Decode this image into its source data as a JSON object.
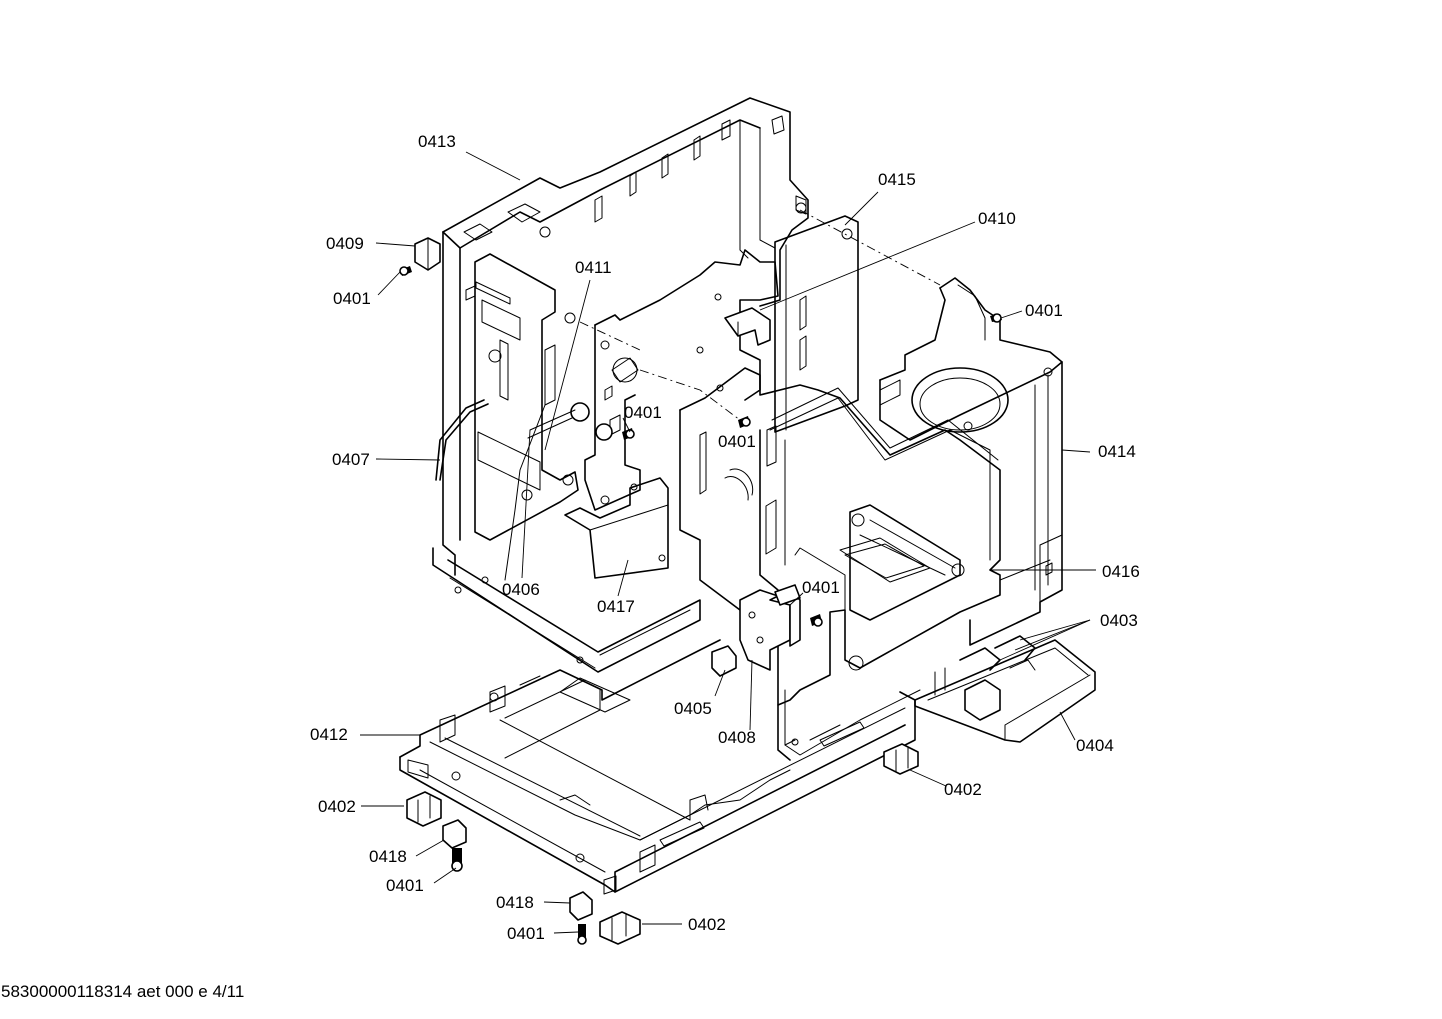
{
  "diagram": {
    "labels": {
      "p0413": "0413",
      "p0415": "0415",
      "p0410": "0410",
      "p0409": "0409",
      "p0401_a": "0401",
      "p0411": "0411",
      "p0401_b": "0401",
      "p0401_c": "0401",
      "p0401_d": "0401",
      "p0414": "0414",
      "p0407": "0407",
      "p0416": "0416",
      "p0406": "0406",
      "p0417": "0417",
      "p0401_e": "0401",
      "p0403": "0403",
      "p0405": "0405",
      "p0408": "0408",
      "p0404": "0404",
      "p0412": "0412",
      "p0402_a": "0402",
      "p0402_b": "0402",
      "p0418_a": "0418",
      "p0401_f": "0401",
      "p0418_b": "0418",
      "p0402_c": "0402",
      "p0401_g": "0401"
    },
    "footer": "58300000118314 aet 000 e 4/11"
  }
}
